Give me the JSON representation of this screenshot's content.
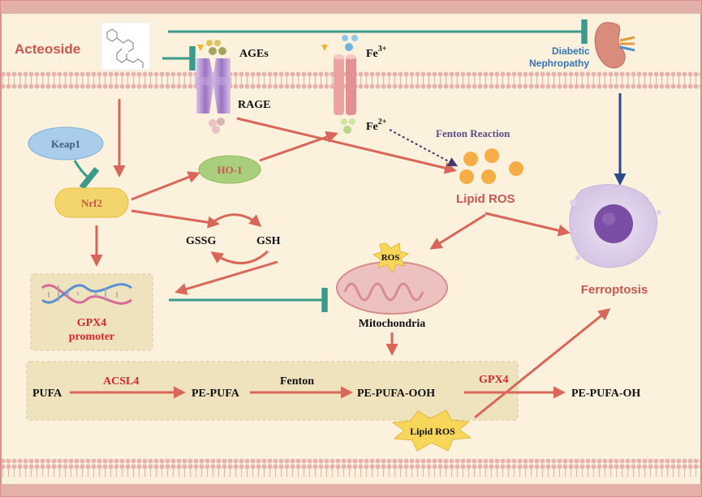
{
  "colors": {
    "frame_border": "#d98f8a",
    "background": "#fbf1dd",
    "membrane": "#e7b2ad",
    "arrow_red": "#d96659",
    "inhibit_teal": "#3a9a8c",
    "arrow_navy": "#2a4a8a",
    "title_red": "#c9574f",
    "diabetic_blue": "#3375b8",
    "enzyme_red": "#d8262b",
    "fenton_purple": "#5a4d8a",
    "keap1_fill": "#a9cdea",
    "nrf2_fill": "#f4d56c",
    "ho1_fill": "#a9cf7d",
    "lipid_ros_orange": "#f5ad45",
    "box_fill": "#efe3bd"
  },
  "labels": {
    "acteoside": "Acteoside",
    "ages": "AGEs",
    "rage": "RAGE",
    "fe3_base": "Fe",
    "fe3_sup": "3+",
    "fe2_base": "Fe",
    "fe2_sup": "2+",
    "diabetic": "Diabetic",
    "nephropathy": "Nephropathy",
    "fenton_reaction": "Fenton Reaction",
    "keap1": "Keap1",
    "nrf2": "Nrf2",
    "ho1": "HO-1",
    "lipid_ros_top": "Lipid ROS",
    "gssg": "GSSG",
    "gsh": "GSH",
    "ros": "ROS",
    "mitochondria": "Mitochondria",
    "ferroptosis": "Ferroptosis",
    "gpx4_promoter_1": "GPX4",
    "gpx4_promoter_2": "promoter",
    "pufa": "PUFA",
    "acsl4": "ACSL4",
    "pe_pufa": "PE-PUFA",
    "fenton": "Fenton",
    "pe_pufa_ooh": "PE-PUFA-OOH",
    "gpx4": "GPX4",
    "pe_pufa_oh": "PE-PUFA-OH",
    "lipid_ros_bottom": "Lipid ROS"
  },
  "icons": [
    "acteoside-structure-icon",
    "rage-receptor-icon",
    "iron-channel-icon",
    "kidney-icon",
    "dna-helix-icon",
    "mitochondria-icon",
    "ferroptotic-cell-icon",
    "ros-burst-icon"
  ]
}
